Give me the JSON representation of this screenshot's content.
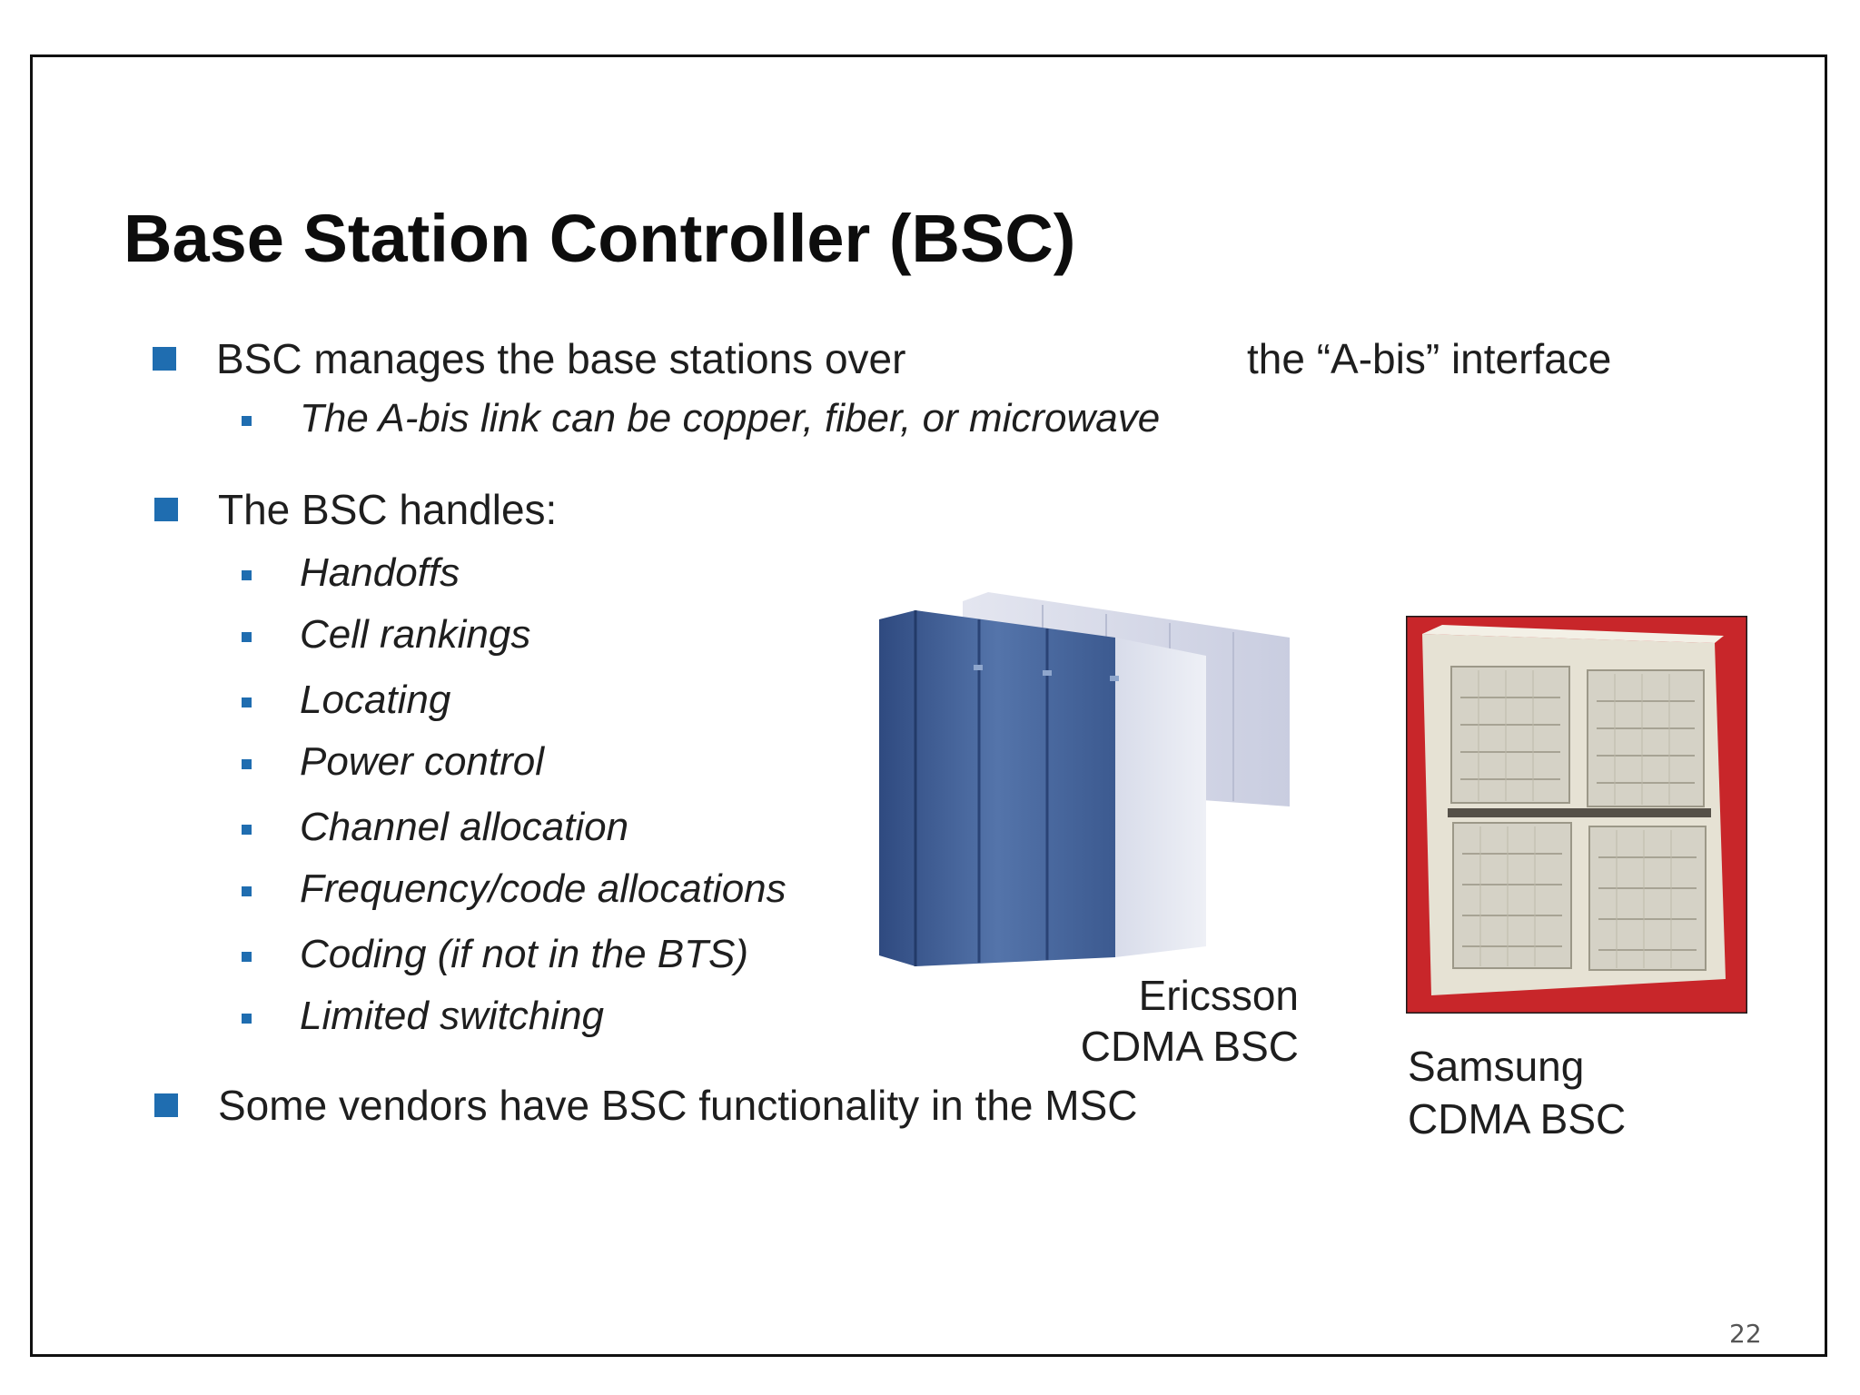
{
  "slide": {
    "title": "Base Station Controller (BSC)",
    "bullets": [
      {
        "text": "BSC manages the base stations over",
        "continuation": "the “A-bis” interface",
        "subs": [
          "The A-bis link can be copper, fiber, or microwave"
        ]
      },
      {
        "text": "The BSC handles:",
        "subs": [
          "Handoffs",
          "Cell rankings",
          "Locating",
          "Power control",
          "Channel allocation",
          "Frequency/code allocations",
          "Coding (if not in the BTS)",
          "Limited switching"
        ]
      },
      {
        "text": "Some vendors have BSC functionality in the MSC"
      }
    ],
    "images": {
      "ericsson": {
        "caption_line1": "Ericsson",
        "caption_line2": "CDMA BSC"
      },
      "samsung": {
        "caption_line1": "Samsung",
        "caption_line2": "CDMA BSC"
      }
    },
    "page_number": "22",
    "colors": {
      "bullet": "#1f6db0",
      "samsung_bg": "#c8262a",
      "ericsson_front": "#4a6aa0",
      "ericsson_back": "#d4d8e8"
    }
  }
}
